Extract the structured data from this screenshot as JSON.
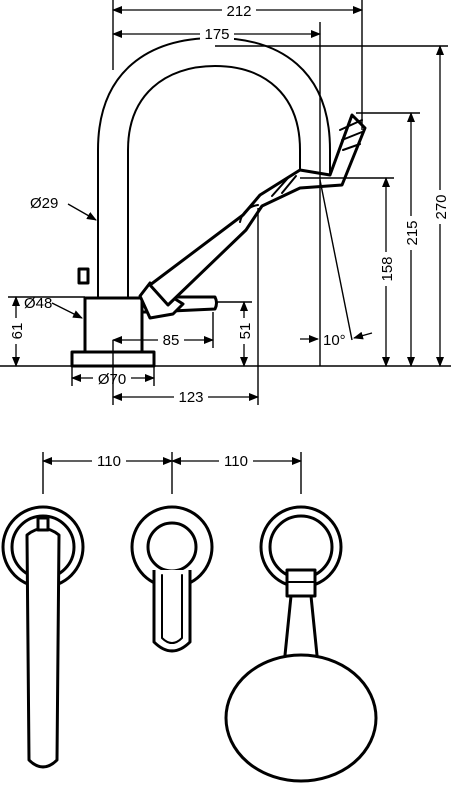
{
  "side_view": {
    "dim_overall_width": "212",
    "dim_spout_reach": "175",
    "dim_total_height": "270",
    "dim_spout_height": "215",
    "dim_outlet_height": "158",
    "dim_angle": "10°",
    "dim_lever_height": "51",
    "dim_handle_reach": "85",
    "dim_body_height": "61",
    "dim_body_diameter": "Ø48",
    "dim_base_diameter": "Ø70",
    "dim_pipe_diameter": "Ø29",
    "dim_shower_reach": "123"
  },
  "top_view": {
    "dim_spacing_left": "110",
    "dim_spacing_right": "110"
  },
  "colors": {
    "line": "#000000",
    "background": "#ffffff"
  }
}
